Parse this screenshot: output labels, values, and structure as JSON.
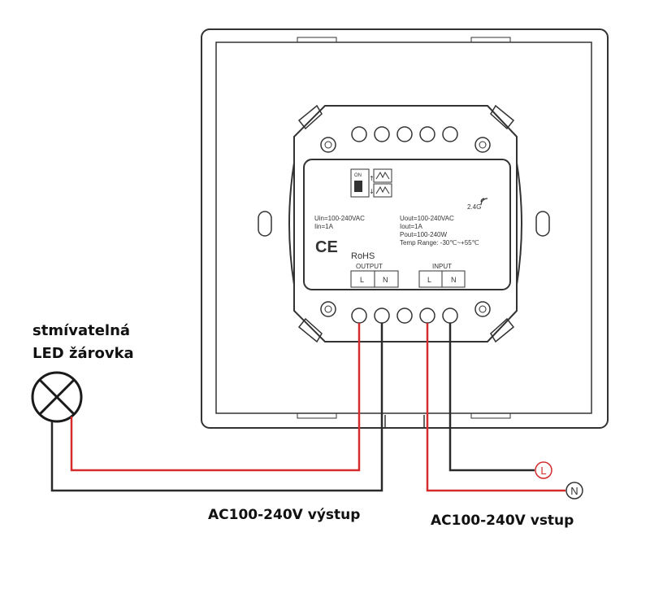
{
  "colors": {
    "live_wire": "#d42c2c",
    "neutral_wire": "#2a2a2a",
    "outline": "#333333"
  },
  "lamp": {
    "label_line1": "stmívatelná",
    "label_line2": "LED žárovka",
    "icon": "lamp-symbol-icon"
  },
  "labels": {
    "output_label": "AC100-240V výstup",
    "input_label": "AC100-240V vstup"
  },
  "terminals": {
    "live": "L",
    "neutral": "N"
  },
  "module": {
    "switch_on": "ON",
    "freq": "2.4G",
    "uin": "Uin=100-240VAC",
    "iin": "Iin=1A",
    "uout": "Uout=100-240VAC",
    "iout": "Iout=1A",
    "pout": "Pout=100-240W",
    "temp": "Temp Range: -30℃~+55℃",
    "ce": "CE",
    "rohs": "RoHS",
    "output_block": {
      "title": "OUTPUT",
      "terminals": [
        "L",
        "N"
      ]
    },
    "input_block": {
      "title": "INPUT",
      "terminals": [
        "L",
        "N"
      ]
    }
  }
}
